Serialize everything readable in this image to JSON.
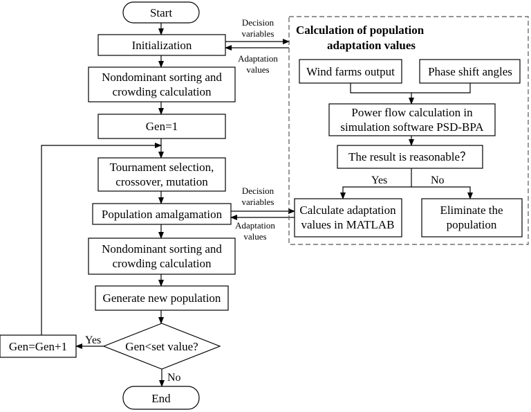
{
  "flow": {
    "start": "Start",
    "init": "Initialization",
    "sort1": [
      "Nondominant sorting and",
      "crowding calculation"
    ],
    "gen1": "Gen=1",
    "tournament": [
      "Tournament selection,",
      "crossover, mutation"
    ],
    "amalgamation": "Population amalgamation",
    "sort2": [
      "Nondominant sorting and",
      "crowding calculation"
    ],
    "newpop": "Generate new population",
    "decision": "Gen<set value?",
    "increment": "Gen=Gen+1",
    "yes": "Yes",
    "no": "No",
    "end": "End"
  },
  "arrows": {
    "decision_vars": [
      "Decision",
      "variables"
    ],
    "adaptation_vals": [
      "Adaptation",
      "values"
    ]
  },
  "panel": {
    "title": [
      "Calculation of population",
      "adaptation values"
    ],
    "wind": "Wind farms output",
    "phase": "Phase shift angles",
    "powerflow": [
      "Power flow calculation in",
      "simulation software PSD-BPA"
    ],
    "reasonable": "The result is reasonable？",
    "yes": "Yes",
    "no": "No",
    "calc": [
      "Calculate adaptation",
      "values in MATLAB"
    ],
    "eliminate": [
      "Eliminate the",
      "population"
    ]
  }
}
